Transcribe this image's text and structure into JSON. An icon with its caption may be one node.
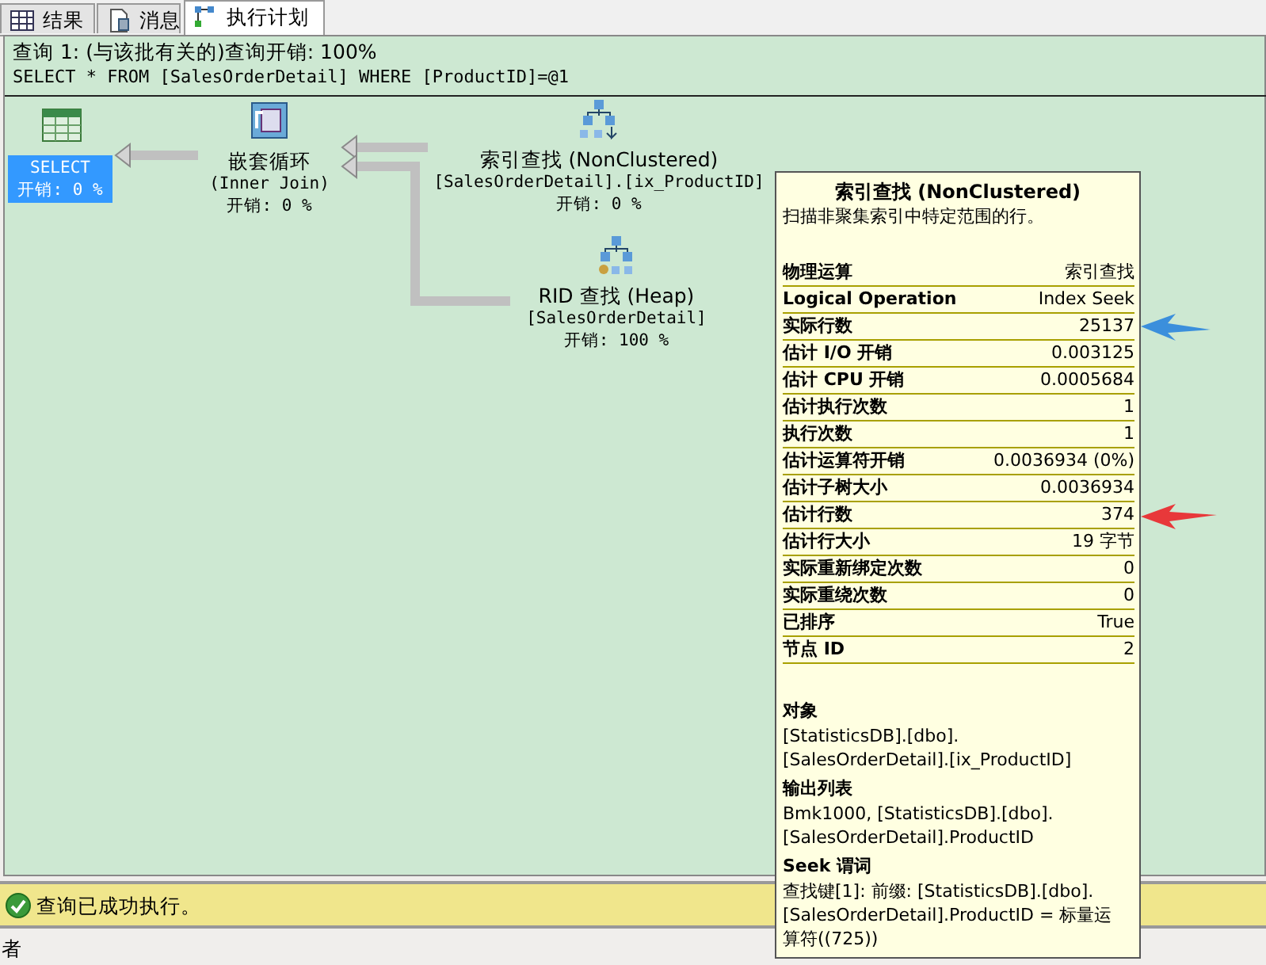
{
  "diagram": {
    "nodes": [
      {
        "text": [
          "SELECT",
          "开销: 0 %"
        ]
      },
      {
        "text": [
          "嵌套循环",
          "(Inner Join)",
          "开销: 0 %"
        ]
      },
      {
        "text": [
          "索引查找 (NonClustered)",
          "[SalesOrderDetail].[ix_ProductID]",
          "开销: 0 %"
        ]
      },
      {
        "text": [
          "RID 查找 (Heap)",
          "[SalesOrderDetail]",
          "开销: 100 %"
        ]
      },
      {
        "text": [
          "索引查找 (NonClustered)",
          "扫描非聚集索引中特定范围的行。",
          "物理运算",
          "索引查找",
          "Logical Operation",
          "Index Seek",
          "实际行数",
          "25137",
          "估计 I/O 开销",
          "0.003125",
          "估计 CPU 开销",
          "0.0005684",
          "估计执行次数",
          "1",
          "执行次数",
          "1",
          "估计运算符开销",
          "0.0036934 (0%)",
          "估计子树大小",
          "0.0036934",
          "估计行数",
          "374",
          "估计行大小",
          "19 字节",
          "实际重新绑定次数",
          "0",
          "实际重绕次数",
          "0",
          "已排序",
          "True",
          "节点 ID",
          "2",
          "对象",
          "[StatisticsDB].[dbo].[SalesOrderDetail].[ix_ProductID]",
          "输出列表",
          "Bmk1000, [StatisticsDB].[dbo].[SalesOrderDetail].ProductID",
          "Seek 谓词",
          "查找键[1]: 前缀: [StatisticsDB].[dbo].[SalesOrderDetail].ProductID = 标量运算符((725))"
        ]
      }
    ],
    "edges": [
      {
        "from": 1,
        "to": 0,
        "arrow": "to"
      },
      {
        "from": 2,
        "to": 1,
        "arrow": "to"
      },
      {
        "from": 3,
        "to": 1,
        "arrow": "to"
      }
    ],
    "labels": [
      "结果",
      "消息",
      "执行计划",
      "查询 1: (与该批有关的)查询开销: 100%",
      "SELECT * FROM [SalesOrderDetail] WHERE [ProductID]=@1",
      "查询已成功执行。",
      "者"
    ]
  }
}
